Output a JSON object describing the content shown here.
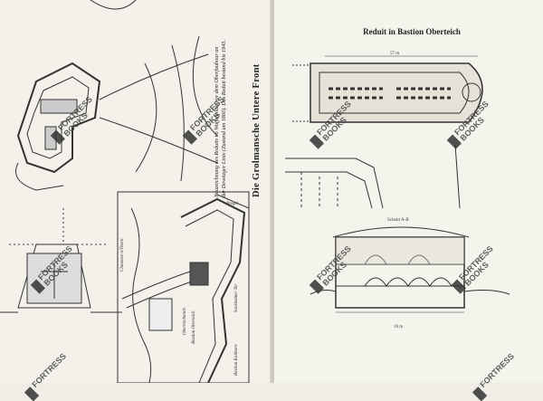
{
  "left_page": {
    "title": "Die Grolmansche Untere Front",
    "caption": "Neuzeichnung des Reduits im Waffenplatz vor dem Oberfaubour an der Dewitzger Linie (Zustand um 1860). Das Reduit bestand bis 1945.",
    "map_labels": [
      "Chaussee n/Thorn",
      "Oberteichteich",
      "Bastion Oberteich",
      "Sackheimer Tor",
      "Pregel",
      "Bastion Kalthorn"
    ]
  },
  "right_page": {
    "title": "Reduit in Bastion Oberteich",
    "plan_dimension": "57 m",
    "section_label": "Schnitt A-B",
    "section_dimension": "16 m"
  },
  "watermark": {
    "line1": "FORTRESS",
    "line2": "BOOKS"
  }
}
